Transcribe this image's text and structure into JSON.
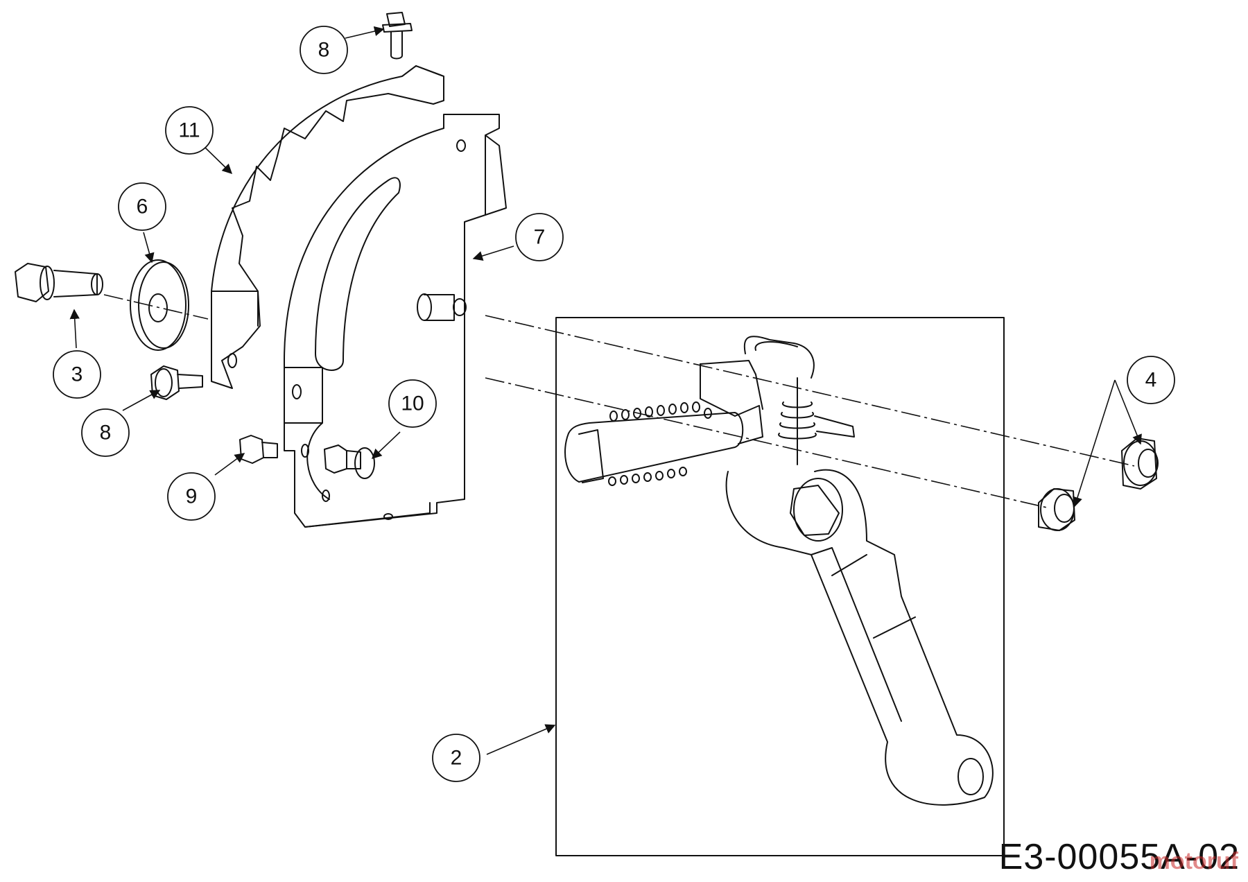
{
  "callouts": {
    "c8_top": "8",
    "c11": "11",
    "c6": "6",
    "c7": "7",
    "c3": "3",
    "c8_left": "8",
    "c10": "10",
    "c9": "9",
    "c4": "4",
    "c2": "2"
  },
  "drawing_code": "E3-00055A-02",
  "watermark": "motoruf",
  "colors": {
    "line": "#111111",
    "background": "#ffffff",
    "watermark": "#c82828"
  }
}
